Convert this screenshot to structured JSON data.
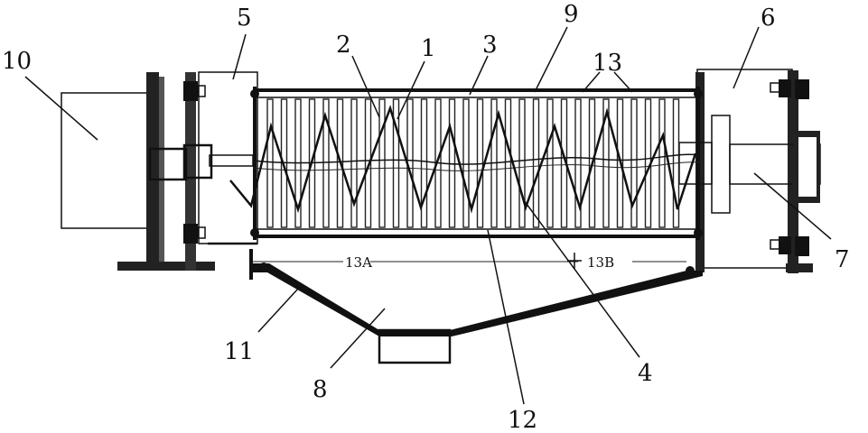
{
  "labels": {
    "l1": "1",
    "l2": "2",
    "l3": "3",
    "l4": "4",
    "l5": "5",
    "l6": "6",
    "l7": "7",
    "l8": "8",
    "l9": "9",
    "l10": "10",
    "l11": "11",
    "l12": "12",
    "l13": "13",
    "l13a": "13A",
    "l13b": "13B"
  }
}
